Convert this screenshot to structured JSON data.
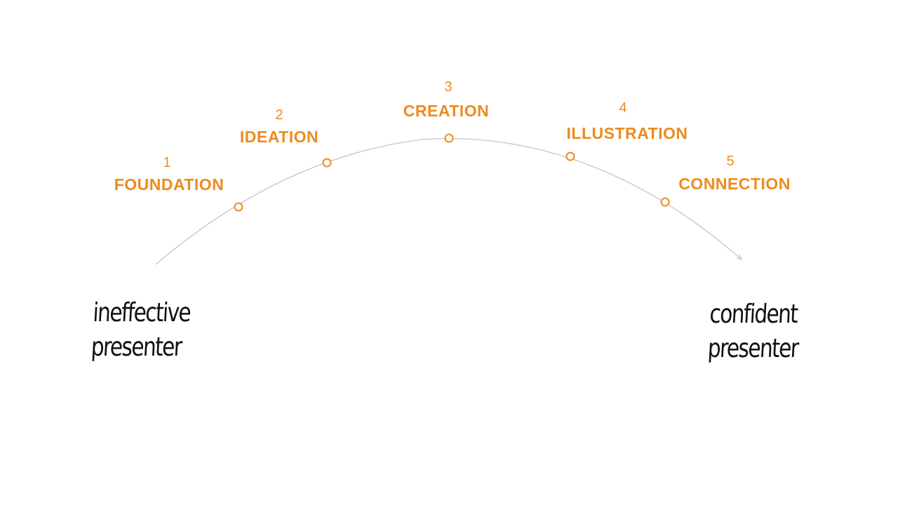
{
  "colors": {
    "accent": "#ED8B1F",
    "curve": "#C4C4C4",
    "handwriting": "#111111"
  },
  "stages": [
    {
      "number": "1",
      "title": "FOUNDATION"
    },
    {
      "number": "2",
      "title": "IDEATION"
    },
    {
      "number": "3",
      "title": "CREATION"
    },
    {
      "number": "4",
      "title": "ILLUSTRATION"
    },
    {
      "number": "5",
      "title": "CONNECTION"
    }
  ],
  "start_label": {
    "line1": "ineffective",
    "line2": "presenter"
  },
  "end_label": {
    "line1": "confident",
    "line2": "presenter"
  }
}
